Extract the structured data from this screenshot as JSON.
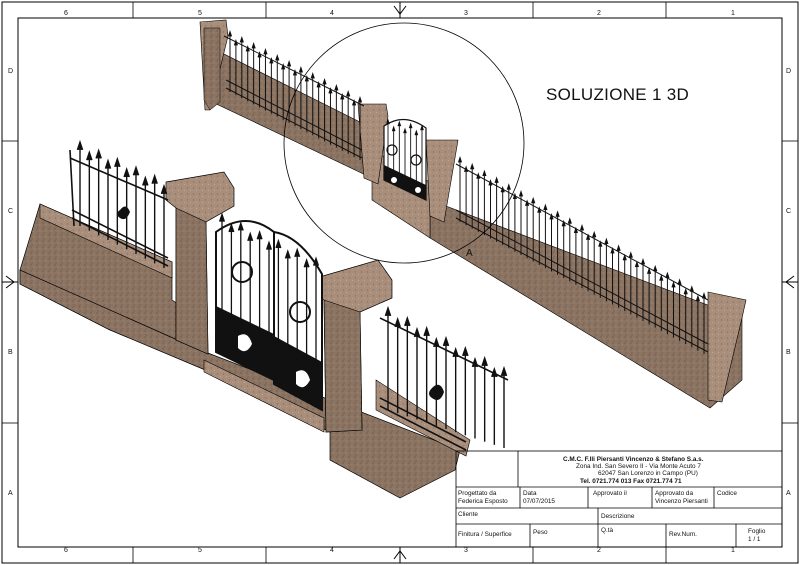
{
  "border": {
    "columns_top": [
      "6",
      "5",
      "4",
      "3",
      "2",
      "1"
    ],
    "columns_bottom": [
      "6",
      "5",
      "4",
      "3",
      "2",
      "1"
    ],
    "rows_left": [
      "D",
      "C",
      "B",
      "A"
    ],
    "rows_right": [
      "D",
      "C",
      "B",
      "A"
    ]
  },
  "view_title": "SOLUZIONE 1  3D",
  "detail_label": "A",
  "title_block": {
    "company_name": "C.M.C. F.lli Piersanti Vincenzo & Stefano S.a.s.",
    "address_line": "Zona Ind. San Severo II - Via Monte Acuto 7",
    "city_line": "62047 San Lorenzo in Campo (PU)",
    "phone_line": "Tel. 0721.774 013 Fax 0721.774 71",
    "designed_by_label": "Progettato da",
    "designed_by_value": "Federica Esposto",
    "date_label": "Data",
    "date_value": "07/07/2015",
    "approved_label": "Approvato il",
    "approved_by_label": "Approvato da",
    "approved_by_value": "Vincenzo Piersanti",
    "code_label": "Codice",
    "client_label": "Cliente",
    "description_label": "Descrizione",
    "quantity_label": "Q.tà",
    "finish_label": "Finitura / Superfice",
    "weight_label": "Peso",
    "revision_label": "Rev.Num.",
    "sheet_label": "Foglio",
    "sheet_value": "1 / 1"
  },
  "colors": {
    "wall_front": "#8a7161",
    "wall_top": "#a58b78",
    "pillar_front": "#987d6b",
    "cap": "#b69c87",
    "iron": "#111111",
    "line": "#000000"
  },
  "icons": [
    "centering-arrow-icon"
  ]
}
